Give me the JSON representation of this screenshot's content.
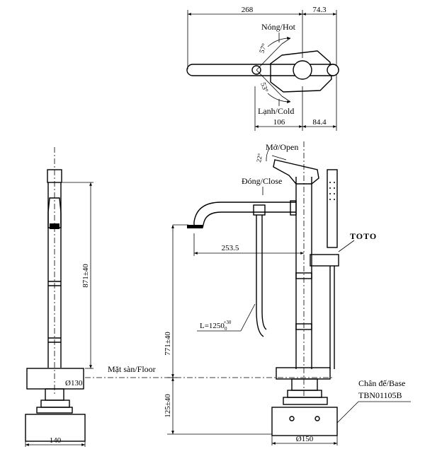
{
  "top_view": {
    "dim_width": "268",
    "dim_right": "74.3",
    "dim_bottom_left": "106",
    "dim_bottom_right": "84.4",
    "label_hot": "Nóng/Hot",
    "label_cold": "Lạnh/Cold",
    "angle_hot": "57°",
    "angle_cold": "53°"
  },
  "side_view": {
    "dim_height": "871±40",
    "dim_base_diameter": "Ø130",
    "dim_base_width": "140"
  },
  "front_view": {
    "label_open": "Mở/Open",
    "label_close": "Đóng/Close",
    "angle_open": "22°",
    "dim_spout_reach": "253.5",
    "dim_hose_length": "L=1250",
    "dim_hose_tol_upper": "+30",
    "dim_hose_tol_lower": "0",
    "dim_spout_height": "771±40",
    "dim_under_floor": "125±40",
    "dim_base_diameter": "Ø150",
    "brand_label": "TOTO",
    "floor_label": "Mặt sàn/Floor",
    "base_label": "Chân đế/Base",
    "base_model": "TBN01105B"
  }
}
